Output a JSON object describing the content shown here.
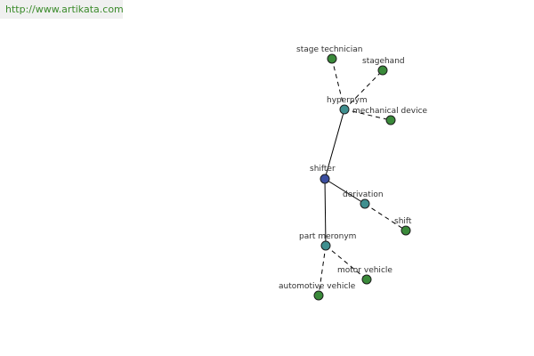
{
  "site": {
    "url_text": "http://www.artikata.com"
  },
  "colors": {
    "center": "#3b4ea0",
    "relation": "#3f8f8f",
    "leaf": "#3a8a3a"
  },
  "graph": {
    "nodes": [
      {
        "id": "shifter",
        "label": "shifter",
        "kind": "center"
      },
      {
        "id": "hypernym",
        "label": "hypernym",
        "kind": "relation"
      },
      {
        "id": "derivation",
        "label": "derivation",
        "kind": "relation"
      },
      {
        "id": "part_meronym",
        "label": "part meronym",
        "kind": "relation"
      },
      {
        "id": "stage_technician",
        "label": "stage technician",
        "kind": "leaf"
      },
      {
        "id": "stagehand",
        "label": "stagehand",
        "kind": "leaf"
      },
      {
        "id": "mechanical_device",
        "label": "mechanical device",
        "kind": "leaf"
      },
      {
        "id": "shift",
        "label": "shift",
        "kind": "leaf"
      },
      {
        "id": "motor_vehicle",
        "label": "motor vehicle",
        "kind": "leaf"
      },
      {
        "id": "automotive_vehicle",
        "label": "automotive vehicle",
        "kind": "leaf"
      }
    ],
    "edges": [
      {
        "from": "shifter",
        "to": "hypernym",
        "style": "solid"
      },
      {
        "from": "shifter",
        "to": "derivation",
        "style": "solid"
      },
      {
        "from": "shifter",
        "to": "part_meronym",
        "style": "solid"
      },
      {
        "from": "hypernym",
        "to": "stage_technician",
        "style": "dashed"
      },
      {
        "from": "hypernym",
        "to": "stagehand",
        "style": "dashed"
      },
      {
        "from": "hypernym",
        "to": "mechanical_device",
        "style": "dashed"
      },
      {
        "from": "derivation",
        "to": "shift",
        "style": "dashed"
      },
      {
        "from": "part_meronym",
        "to": "motor_vehicle",
        "style": "dashed"
      },
      {
        "from": "part_meronym",
        "to": "automotive_vehicle",
        "style": "dashed"
      }
    ]
  }
}
